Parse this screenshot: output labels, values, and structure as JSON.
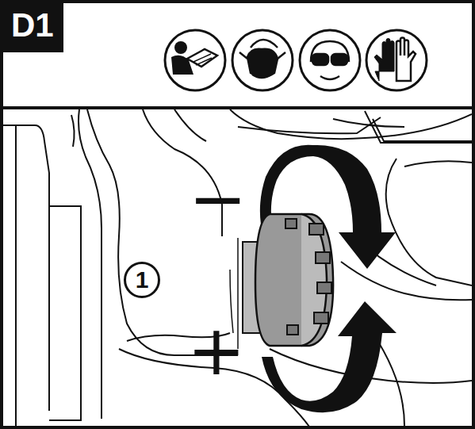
{
  "diagram": {
    "title": "D1",
    "labels": [
      "−",
      "+",
      "1"
    ]
  }
}
